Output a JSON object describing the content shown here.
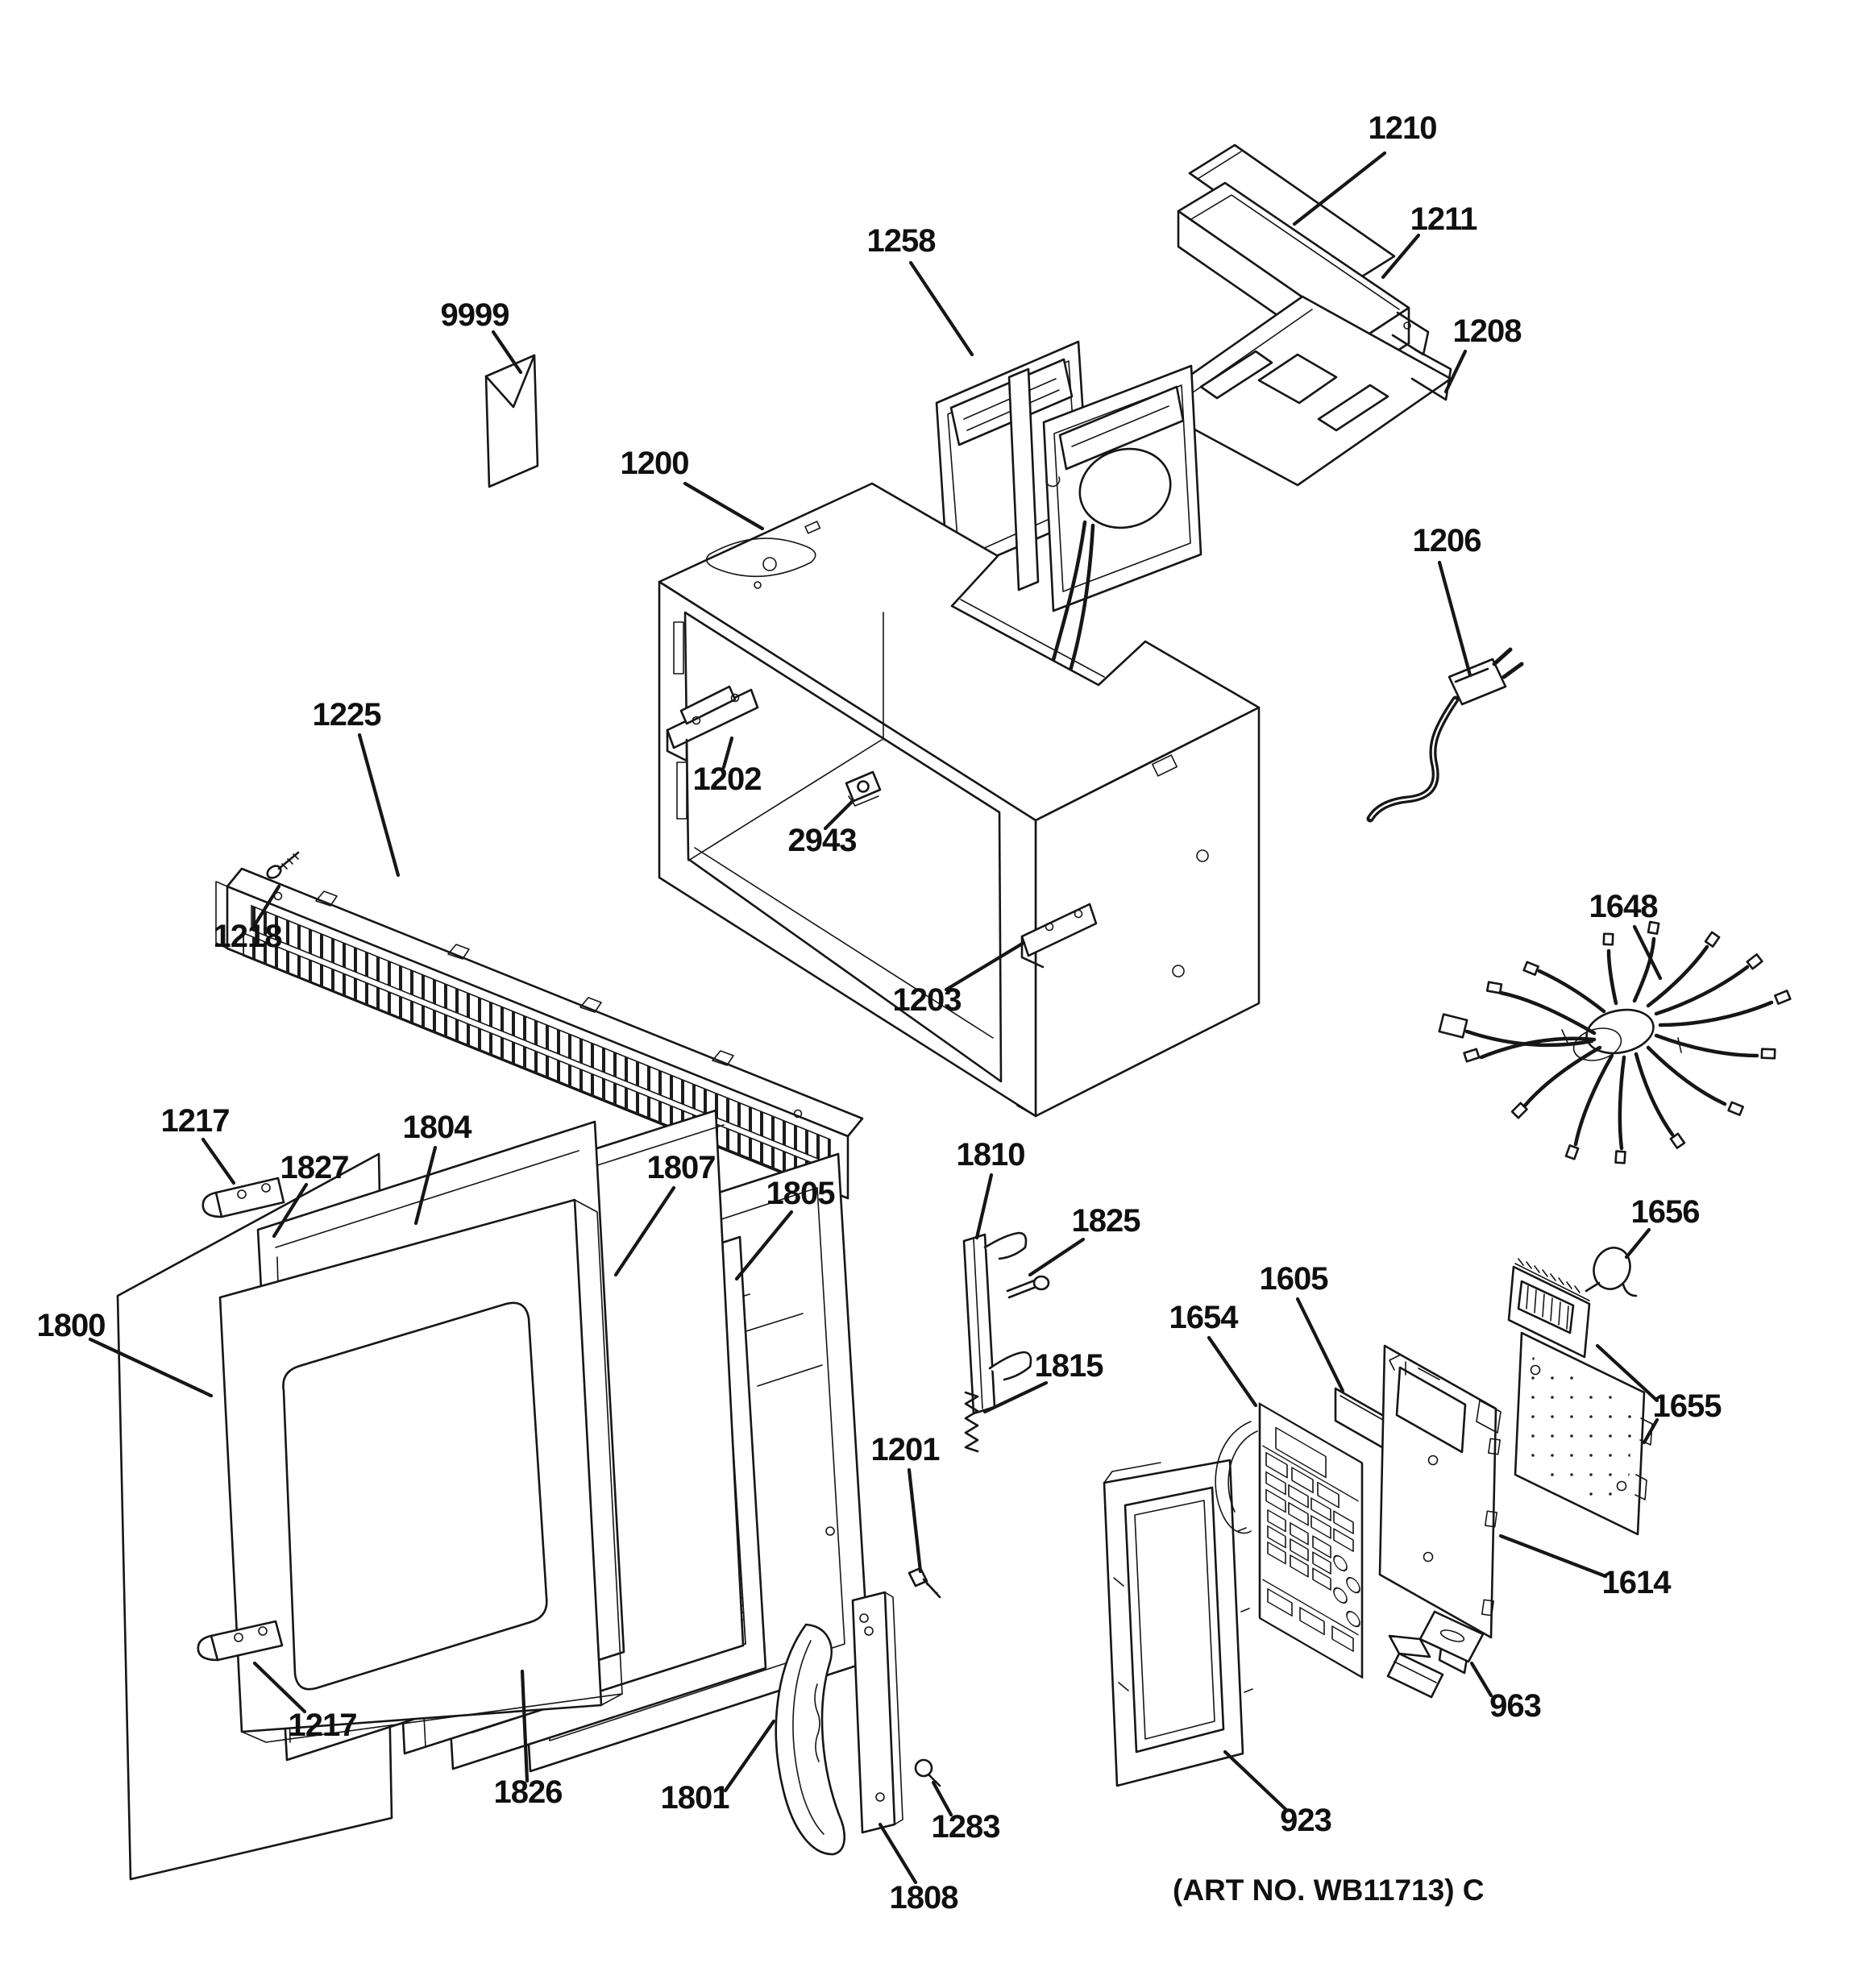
{
  "diagram": {
    "art_no": "(ART NO. WB11713) C",
    "colors": {
      "background": "#ffffff",
      "ink": "#161616"
    },
    "labels": {
      "l1210": "1210",
      "l1211": "1211",
      "l1258": "1258",
      "l9999": "9999",
      "l1208": "1208",
      "l1200": "1200",
      "l1206": "1206",
      "l1225": "1225",
      "l1202": "1202",
      "l2943": "2943",
      "l1218": "1218",
      "l1648": "1648",
      "l1203": "1203",
      "l1217_top": "1217",
      "l1804": "1804",
      "l1827": "1827",
      "l1807": "1807",
      "l1805": "1805",
      "l1810": "1810",
      "l1825": "1825",
      "l1800": "1800",
      "l1815": "1815",
      "l1654": "1654",
      "l1605": "1605",
      "l1656": "1656",
      "l1655": "1655",
      "l1201": "1201",
      "l1614": "1614",
      "l963": "963",
      "l1217_bottom": "1217",
      "l1826": "1826",
      "l1801": "1801",
      "l1283": "1283",
      "l923": "923",
      "l1808": "1808"
    }
  }
}
